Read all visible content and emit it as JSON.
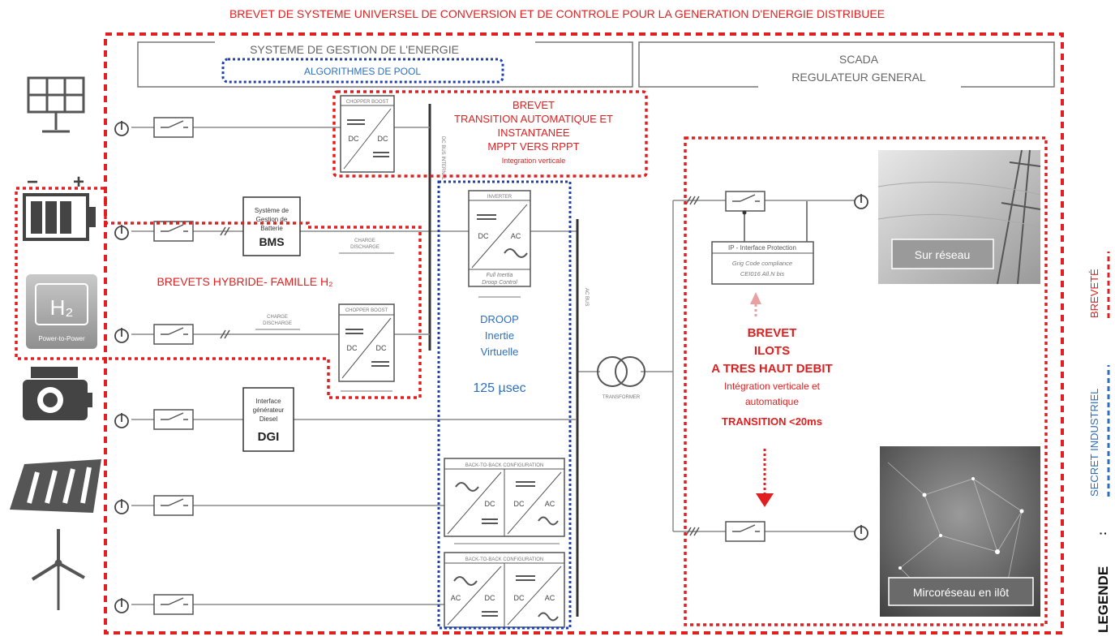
{
  "title": "BREVET DE SYSTEME UNIVERSEL DE CONVERSION ET DE CONTROLE POUR LA GENERATION D'ENERGIE DISTRIBUEE",
  "colors": {
    "red": "#e02020",
    "blue": "#1f3fb0",
    "text_blue": "#2c6fc0",
    "gray": "#8a8a8a",
    "dark": "#333333"
  },
  "ems": {
    "label": "SYSTEME  DE GESTION DE L'ENERGIE",
    "algo": "ALGORITHMES DE POOL"
  },
  "scada": {
    "line1": "SCADA",
    "line2": "REGULATEUR GENERAL"
  },
  "brevet_mppt": {
    "lines": [
      "BREVET",
      "TRANSITION AUTOMATIQUE ET",
      "INSTANTANEE",
      "MPPT VERS RPPT"
    ],
    "sub": "Integration  verticale"
  },
  "brevet_h2": "BREVETS  HYBRIDE-  FAMILLE  H₂",
  "droop": {
    "lines": [
      "DROOP",
      "Inertie",
      "Virtuelle"
    ],
    "time": "125 µsec"
  },
  "brevet_ilots": {
    "bold": [
      "BREVET",
      "ILOTS",
      "A TRES HAUT DEBIT"
    ],
    "normal": [
      "Intégration verticale et",
      "automatique"
    ],
    "transition": "TRANSITION <20ms"
  },
  "bms": {
    "small": [
      "Système de",
      "Gestion de",
      "Batterie"
    ],
    "big": "BMS"
  },
  "dgi": {
    "small": [
      "Interface",
      "générateur",
      "Diesel"
    ],
    "big": "DGI"
  },
  "converters": {
    "chopper": "CHOPPER BOOST",
    "inverter": "INVERTER",
    "b2b": "BACK-TO-BACK CONFIGURATION",
    "dc": "DC",
    "ac": "AC",
    "full_inertia": "Full Inertia",
    "droop_control": "Droop Control"
  },
  "bus": {
    "dc": "DC BUS INTERNAL",
    "ac": "AC BUS"
  },
  "charge": [
    "CHARGE",
    "DISCHARGE"
  ],
  "transformer": "TRANSFORMER",
  "ip": {
    "title": "IP - Interface Protection",
    "line1": "Grig Code compliance",
    "line2": "CEI016 All.N bis"
  },
  "photos": {
    "grid": "Sur réseau",
    "micro": "Mircoréseau  en ilôt"
  },
  "h2_badge": {
    "symbol": "H₂",
    "caption": "Power-to-Power"
  },
  "legend": {
    "title": "LEGENDE",
    "colon": ":",
    "breveted": "BREVETÉ",
    "secret": "SECRET INDUSTRIEL"
  }
}
